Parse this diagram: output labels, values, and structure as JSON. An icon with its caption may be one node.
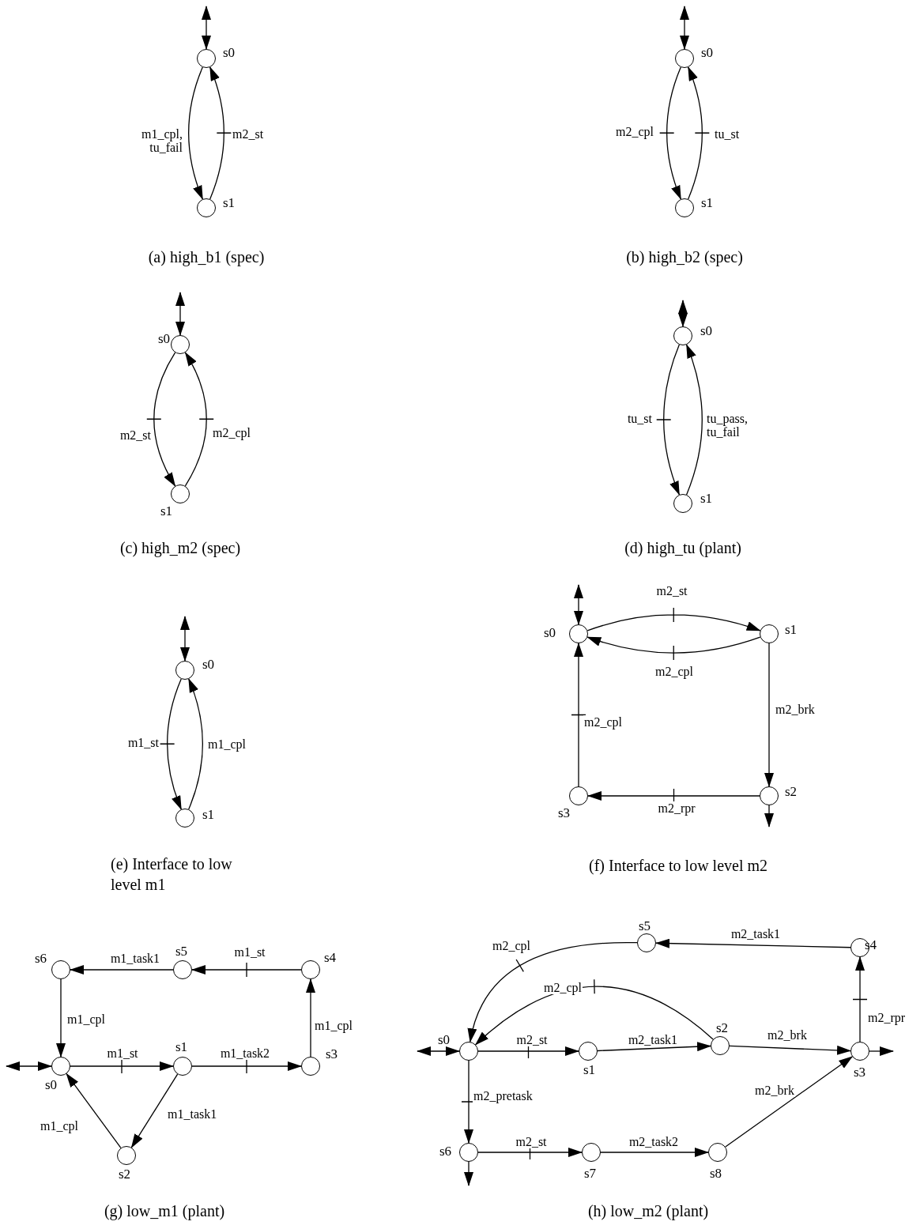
{
  "diagram": {
    "nodes": [
      {
        "text": [],
        "shape": "circle",
        "beside": [
          "s0"
        ]
      },
      {
        "text": [],
        "shape": "circle",
        "beside": [
          "s1"
        ]
      },
      {
        "text": [],
        "shape": "circle",
        "beside": [
          "s0"
        ]
      },
      {
        "text": [],
        "shape": "circle",
        "beside": [
          "s1"
        ]
      },
      {
        "text": [],
        "shape": "circle",
        "beside": [
          "s0"
        ]
      },
      {
        "text": [],
        "shape": "circle",
        "beside": [
          "s1"
        ]
      },
      {
        "text": [],
        "shape": "circle",
        "beside": [
          "s0"
        ]
      },
      {
        "text": [],
        "shape": "circle",
        "beside": [
          "s1"
        ]
      },
      {
        "text": [],
        "shape": "circle",
        "beside": [
          "s0"
        ]
      },
      {
        "text": [],
        "shape": "circle",
        "beside": [
          "s1"
        ]
      },
      {
        "text": [],
        "shape": "circle",
        "beside": [
          "s0"
        ]
      },
      {
        "text": [],
        "shape": "circle",
        "beside": [
          "s1"
        ]
      },
      {
        "text": [],
        "shape": "circle",
        "beside": [
          "s2"
        ]
      },
      {
        "text": [],
        "shape": "circle",
        "beside": [
          "s3"
        ]
      },
      {
        "text": [],
        "shape": "circle",
        "beside": [
          "s6"
        ]
      },
      {
        "text": [],
        "shape": "circle",
        "beside": [
          "s5"
        ]
      },
      {
        "text": [],
        "shape": "circle",
        "beside": [
          "s4"
        ]
      },
      {
        "text": [],
        "shape": "circle",
        "beside": [
          "s0"
        ]
      },
      {
        "text": [],
        "shape": "circle",
        "beside": [
          "s1"
        ]
      },
      {
        "text": [],
        "shape": "circle",
        "beside": [
          "s3"
        ]
      },
      {
        "text": [],
        "shape": "circle",
        "beside": [
          "s2"
        ]
      },
      {
        "text": [],
        "shape": "circle",
        "beside": [
          "s5"
        ]
      },
      {
        "text": [],
        "shape": "circle",
        "beside": [
          "s4"
        ]
      },
      {
        "text": [],
        "shape": "circle",
        "beside": [
          "s0"
        ]
      },
      {
        "text": [],
        "shape": "circle",
        "beside": [
          "s1"
        ]
      },
      {
        "text": [],
        "shape": "circle",
        "beside": [
          "s2"
        ]
      },
      {
        "text": [],
        "shape": "circle",
        "beside": [
          "s3"
        ]
      },
      {
        "text": [],
        "shape": "circle",
        "beside": [
          "s6"
        ]
      },
      {
        "text": [],
        "shape": "circle",
        "beside": [
          "s7"
        ]
      },
      {
        "text": [],
        "shape": "circle",
        "beside": [
          "s8"
        ]
      }
    ],
    "edges": [
      {
        "from": null,
        "to": 0,
        "arrow": "both"
      },
      {
        "from": 0,
        "to": 1,
        "arrow": "to",
        "label": "m1_cpl, tu_fail"
      },
      {
        "from": 1,
        "to": 0,
        "arrow": "to",
        "label": "m2_st"
      },
      {
        "from": null,
        "to": 2,
        "arrow": "both"
      },
      {
        "from": 2,
        "to": 3,
        "arrow": "to",
        "label": "m2_cpl"
      },
      {
        "from": 3,
        "to": 2,
        "arrow": "to",
        "label": "tu_st"
      },
      {
        "from": null,
        "to": 4,
        "arrow": "both"
      },
      {
        "from": 4,
        "to": 5,
        "arrow": "to",
        "label": "m2_st"
      },
      {
        "from": 5,
        "to": 4,
        "arrow": "to",
        "label": "m2_cpl"
      },
      {
        "from": null,
        "to": 6,
        "arrow": "both"
      },
      {
        "from": 6,
        "to": 7,
        "arrow": "to",
        "label": "tu_st"
      },
      {
        "from": 7,
        "to": 6,
        "arrow": "to",
        "label": "tu_pass, tu_fail"
      },
      {
        "from": null,
        "to": 8,
        "arrow": "both"
      },
      {
        "from": 8,
        "to": 9,
        "arrow": "to",
        "label": "m1_st"
      },
      {
        "from": 9,
        "to": 8,
        "arrow": "to",
        "label": "m1_cpl"
      },
      {
        "from": null,
        "to": 10,
        "arrow": "both"
      },
      {
        "from": 10,
        "to": 11,
        "arrow": "to",
        "label": "m2_st"
      },
      {
        "from": 11,
        "to": 10,
        "arrow": "to",
        "label": "m2_cpl"
      },
      {
        "from": 11,
        "to": 12,
        "arrow": "to",
        "label": "m2_brk"
      },
      {
        "from": 12,
        "to": 13,
        "arrow": "to",
        "label": "m2_rpr"
      },
      {
        "from": 13,
        "to": 10,
        "arrow": "to",
        "label": "m2_cpl"
      },
      {
        "from": 12,
        "to": null,
        "arrow": "to"
      },
      {
        "from": null,
        "to": 17,
        "arrow": "both"
      },
      {
        "from": 17,
        "to": 18,
        "arrow": "to",
        "label": "m1_st"
      },
      {
        "from": 18,
        "to": 19,
        "arrow": "to",
        "label": "m1_task2"
      },
      {
        "from": 19,
        "to": 16,
        "arrow": "to",
        "label": "m1_cpl"
      },
      {
        "from": 16,
        "to": 15,
        "arrow": "to",
        "label": "m1_st"
      },
      {
        "from": 15,
        "to": 14,
        "arrow": "to",
        "label": "m1_task1"
      },
      {
        "from": 14,
        "to": 17,
        "arrow": "to",
        "label": "m1_cpl"
      },
      {
        "from": 18,
        "to": 20,
        "arrow": "to",
        "label": "m1_task1"
      },
      {
        "from": 20,
        "to": 17,
        "arrow": "to",
        "label": "m1_cpl"
      },
      {
        "from": null,
        "to": 23,
        "arrow": "both"
      },
      {
        "from": 23,
        "to": 24,
        "arrow": "to",
        "label": "m2_st"
      },
      {
        "from": 24,
        "to": 25,
        "arrow": "to",
        "label": "m2_task1"
      },
      {
        "from": 25,
        "to": 26,
        "arrow": "to",
        "label": "m2_brk"
      },
      {
        "from": 26,
        "to": 22,
        "arrow": "to",
        "label": "m2_rpr"
      },
      {
        "from": 22,
        "to": 21,
        "arrow": "to",
        "label": "m2_task1"
      },
      {
        "from": 21,
        "to": 23,
        "arrow": "to",
        "label": "m2_cpl"
      },
      {
        "from": 25,
        "to": 23,
        "arrow": "to",
        "label": "m2_cpl"
      },
      {
        "from": 23,
        "to": 27,
        "arrow": "to",
        "label": "m2_pretask"
      },
      {
        "from": 27,
        "to": 28,
        "arrow": "to",
        "label": "m2_st"
      },
      {
        "from": 28,
        "to": 29,
        "arrow": "to",
        "label": "m2_task2"
      },
      {
        "from": 29,
        "to": 26,
        "arrow": "to",
        "label": "m2_brk"
      },
      {
        "from": 26,
        "to": null,
        "arrow": "to"
      },
      {
        "from": 27,
        "to": null,
        "arrow": "to"
      }
    ],
    "labels": [
      "(a) high_b1 (spec)",
      "(b) high_b2 (spec)",
      "(c) high_m2 (spec)",
      "(d) high_tu (plant)",
      "(e) Interface to low level m1",
      "(f) Interface to low level m2",
      "(g) low_m1 (plant)",
      "(h) low_m2 (plant)"
    ]
  }
}
